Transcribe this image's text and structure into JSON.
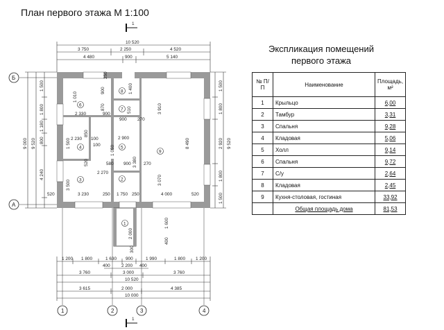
{
  "plan": {
    "title": "План первого этажа М 1:100",
    "section_mark": "1",
    "axes": {
      "rows": [
        "Б",
        "А"
      ],
      "columns": [
        "1",
        "2",
        "3",
        "4"
      ]
    },
    "top_dims": [
      "10 520",
      "3 750",
      "2 250",
      "4 520",
      "4 480",
      "900",
      "5 140"
    ],
    "left_dims": [
      "9 000",
      "9 520",
      "1 500",
      "1 800",
      "1 180",
      "800",
      "4 240",
      "520"
    ],
    "right_dims": [
      "1 500",
      "1 800",
      "2 920",
      "9 520",
      "1 800",
      "1 500"
    ],
    "bottom_dims": [
      "1 200",
      "1 800",
      "1 630",
      "900",
      "1 990",
      "1 800",
      "1 200",
      "400",
      "2 200",
      "400",
      "3 760",
      "3 000",
      "3 760",
      "10 520",
      "3 615",
      "2 000",
      "4 385",
      "10 000"
    ],
    "inner_dims": [
      "2 330",
      "900",
      "870",
      "510",
      "900",
      "270",
      "1 010",
      "2 230",
      "100",
      "850",
      "2 900",
      "520",
      "3 230",
      "250",
      "1 750",
      "250",
      "4 000",
      "520",
      "3 910",
      "3 380",
      "8 490",
      "3 070",
      "580",
      "270",
      "900",
      "1 600",
      "2 000",
      "400",
      "300",
      "1 050",
      "1 400",
      "900",
      "250",
      "1 500",
      "3 500",
      "2 270",
      "100"
    ],
    "room_numbers": [
      "1",
      "2",
      "3",
      "4",
      "5",
      "6",
      "7",
      "8",
      "9"
    ]
  },
  "explication": {
    "title_line1": "Экспликация помещений",
    "title_line2": "первого этажа",
    "headers": {
      "no": "№ П/П",
      "name": "Наименование",
      "area_line1": "Площадь,",
      "area_unit": "м²"
    },
    "rows": [
      {
        "no": "1",
        "name": "Крыльцо",
        "area": "6,00"
      },
      {
        "no": "2",
        "name": "Тамбур",
        "area": "3,31"
      },
      {
        "no": "3",
        "name": "Спальня",
        "area": "9,28"
      },
      {
        "no": "4",
        "name": "Кладовая",
        "area": "5,06"
      },
      {
        "no": "5",
        "name": "Холл",
        "area": "9,14"
      },
      {
        "no": "6",
        "name": "Спальня",
        "area": "9,72"
      },
      {
        "no": "7",
        "name": "С/у",
        "area": "2,64"
      },
      {
        "no": "8",
        "name": "Кладовая",
        "area": "2,45"
      },
      {
        "no": "9",
        "name": "Кухня-столовая, гостиная",
        "area": "33,92"
      }
    ],
    "total": {
      "name": "Общая площадь дома",
      "area": "81,53"
    }
  }
}
